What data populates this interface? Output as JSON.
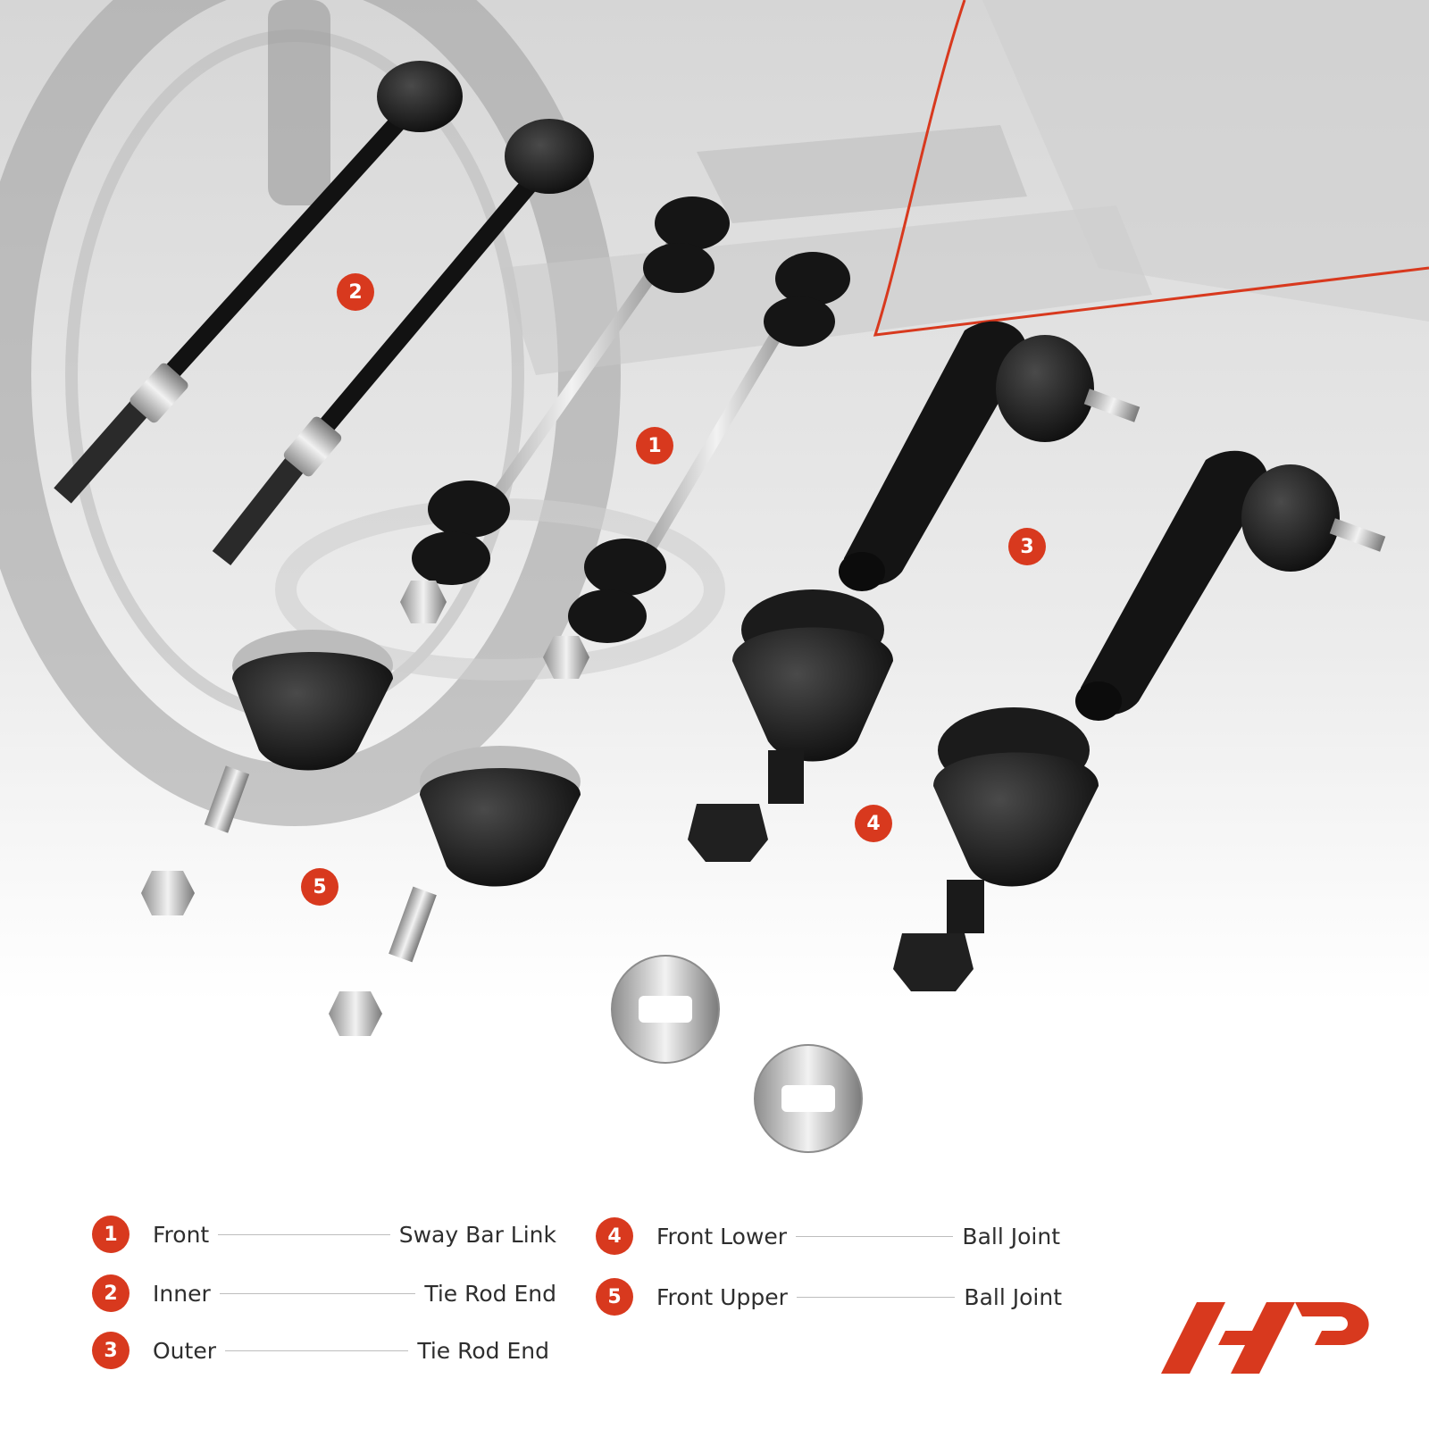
{
  "callouts": [
    "1",
    "2",
    "3",
    "4",
    "5"
  ],
  "legend": [
    {
      "num": "1",
      "position": "Front",
      "part": "Sway Bar Link"
    },
    {
      "num": "2",
      "position": "Inner",
      "part": "Tie Rod End"
    },
    {
      "num": "3",
      "position": "Outer",
      "part": "Tie Rod End"
    },
    {
      "num": "4",
      "position": "Front Lower",
      "part": "Ball Joint"
    },
    {
      "num": "5",
      "position": "Front Upper",
      "part": "Ball Joint"
    }
  ],
  "colors": {
    "accent": "#d8391e",
    "part_black": "#161616",
    "chrome": "#c8c8c8",
    "background_grey": "#d9d9d9"
  }
}
